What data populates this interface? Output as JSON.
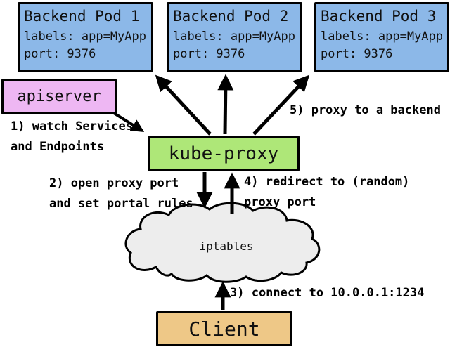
{
  "pods": [
    {
      "title": "Backend Pod 1",
      "labels": "labels: app=MyApp",
      "port": "port: 9376"
    },
    {
      "title": "Backend Pod 2",
      "labels": "labels: app=MyApp",
      "port": "port: 9376"
    },
    {
      "title": "Backend Pod 3",
      "labels": "labels: app=MyApp",
      "port": "port: 9376"
    }
  ],
  "apiserver": {
    "label": "apiserver"
  },
  "kube_proxy": {
    "label": "kube-proxy"
  },
  "cloud": {
    "label": "iptables"
  },
  "client": {
    "label": "Client"
  },
  "steps": {
    "step1": "1) watch Services\nand Endpoints",
    "step2": "2) open proxy port\nand set portal rules",
    "step3": "3) connect to 10.0.0.1:1234",
    "step4": "4) redirect to (random)\nproxy port",
    "step5": "5) proxy to a backend"
  },
  "colors": {
    "pod_fill": "#8cb8e8",
    "apiserver_fill": "#eeb7f3",
    "kube_proxy_fill": "#aee778",
    "cloud_fill": "#ededed",
    "client_fill": "#eec887",
    "outline": "#000000"
  }
}
